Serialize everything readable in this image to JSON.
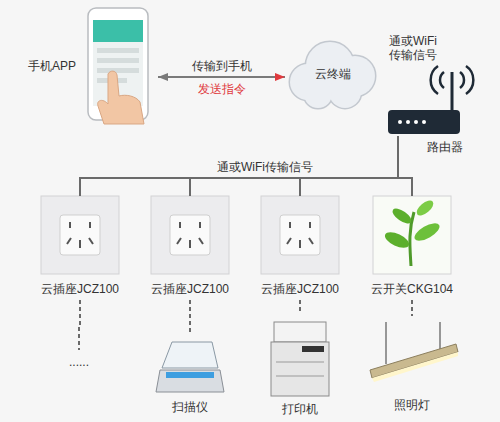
{
  "diagram": {
    "nodes": [
      {
        "text": [
          "手机APP"
        ]
      },
      {
        "text": [
          "云终端"
        ]
      },
      {
        "text": [
          "路由器"
        ]
      },
      {
        "text": [
          "云插座JCZ100"
        ]
      },
      {
        "text": [
          "云插座JCZ100"
        ]
      },
      {
        "text": [
          "云插座JCZ100"
        ]
      },
      {
        "text": [
          "云开关CKG104"
        ]
      },
      {
        "text": [
          "......"
        ]
      },
      {
        "text": [
          "扫描仪"
        ]
      },
      {
        "text": [
          "打印机"
        ]
      },
      {
        "text": [
          "照明灯"
        ]
      }
    ],
    "edges": [
      {
        "from": 1,
        "to": 0,
        "arrow": "to",
        "label": "传输到手机"
      },
      {
        "from": 0,
        "to": 1,
        "arrow": "to",
        "label": "发送指令"
      },
      {
        "from": 2,
        "to": 3,
        "arrow": "none"
      },
      {
        "from": 2,
        "to": 4,
        "arrow": "none"
      },
      {
        "from": 2,
        "to": 5,
        "arrow": "none"
      },
      {
        "from": 2,
        "to": 6,
        "arrow": "none"
      },
      {
        "from": 3,
        "to": 7,
        "arrow": "none"
      },
      {
        "from": 4,
        "to": 8,
        "arrow": "none"
      },
      {
        "from": 5,
        "to": 9,
        "arrow": "none"
      },
      {
        "from": 6,
        "to": 10,
        "arrow": "none"
      }
    ],
    "labels": [
      "通或WiFi 传输信号",
      "通或WiFi传输信号"
    ]
  }
}
